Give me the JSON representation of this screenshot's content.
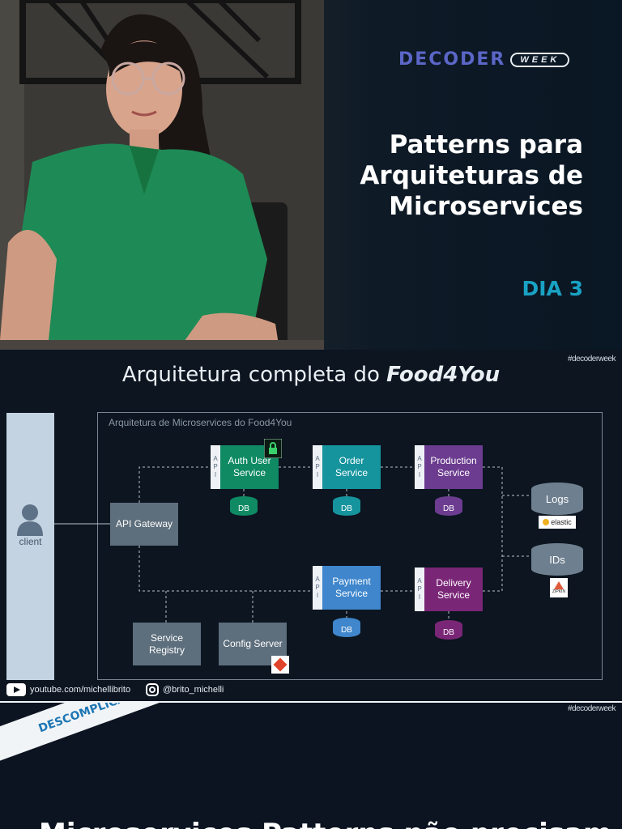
{
  "hero": {
    "brand_word": "DECODER",
    "brand_tag": "WEEK",
    "title_lines": [
      "Patterns para",
      "Arquiteturas de",
      "Microservices"
    ],
    "day": "DIA 3"
  },
  "slide": {
    "hashtag": "#decoderweek",
    "title_prefix": "Arquitetura completa do ",
    "title_brand": "Food4You",
    "frame_label": "Arquitetura de Microservices do Food4You",
    "client_label": "client",
    "gateway": "API Gateway",
    "api_letters": [
      "A",
      "P",
      "I"
    ],
    "services": {
      "auth": "Auth User Service",
      "order": "Order Service",
      "production": "Production Service",
      "payment": "Payment Service",
      "delivery": "Delivery Service",
      "registry": "Service Registry",
      "config": "Config Server"
    },
    "db_label": "DB",
    "logs": "Logs",
    "ids": "IDs",
    "elastic": "elastic",
    "zipkin": "ZIPKIN",
    "youtube": "youtube.com/michellibrito",
    "instagram": "@brito_michelli"
  },
  "bottom": {
    "hashtag": "#decoderweek",
    "ribbon": "DESCOMPLICANDO",
    "cut_title": "Microservices Patterns não precisam ser"
  },
  "colors": {
    "accent_day": "#19a2c4",
    "auth": "#0f8a63",
    "order": "#16949e",
    "production": "#6b3c8f",
    "payment": "#3f86cc",
    "delivery": "#7a2677"
  }
}
